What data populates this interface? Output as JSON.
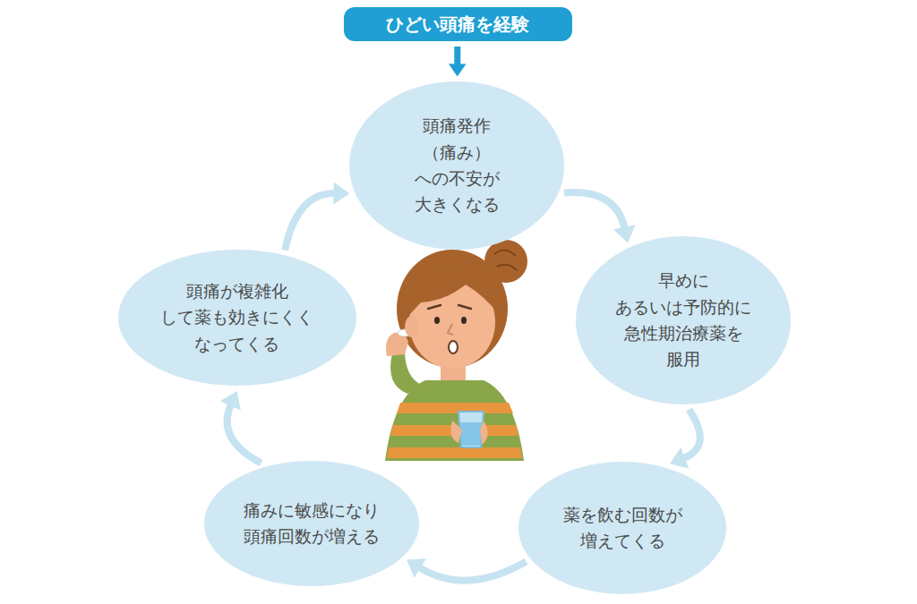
{
  "diagram": {
    "nodes": [
      {
        "text": [
          "ひどい頭痛を経験"
        ]
      },
      {
        "text": [
          "頭痛発作 （痛み）への不安が 大きくなる"
        ]
      },
      {
        "text": [
          "早めに あるいは予防的に 急性期治療薬を 服用"
        ]
      },
      {
        "text": [
          "薬を飲む回数が 増えてくる"
        ]
      },
      {
        "text": [
          "痛みに敏感になり 頭痛回数が増える"
        ]
      },
      {
        "text": [
          "頭痛が複雑化 して薬も効きにくく なってくる"
        ]
      }
    ],
    "edges": [
      {
        "from": 0,
        "to": 1,
        "arrow": "to"
      },
      {
        "from": 1,
        "to": 2,
        "arrow": "to"
      },
      {
        "from": 2,
        "to": 3,
        "arrow": "to"
      },
      {
        "from": 3,
        "to": 4,
        "arrow": "to"
      },
      {
        "from": 4,
        "to": 5,
        "arrow": "to"
      },
      {
        "from": 5,
        "to": 1,
        "arrow": "to"
      }
    ]
  }
}
